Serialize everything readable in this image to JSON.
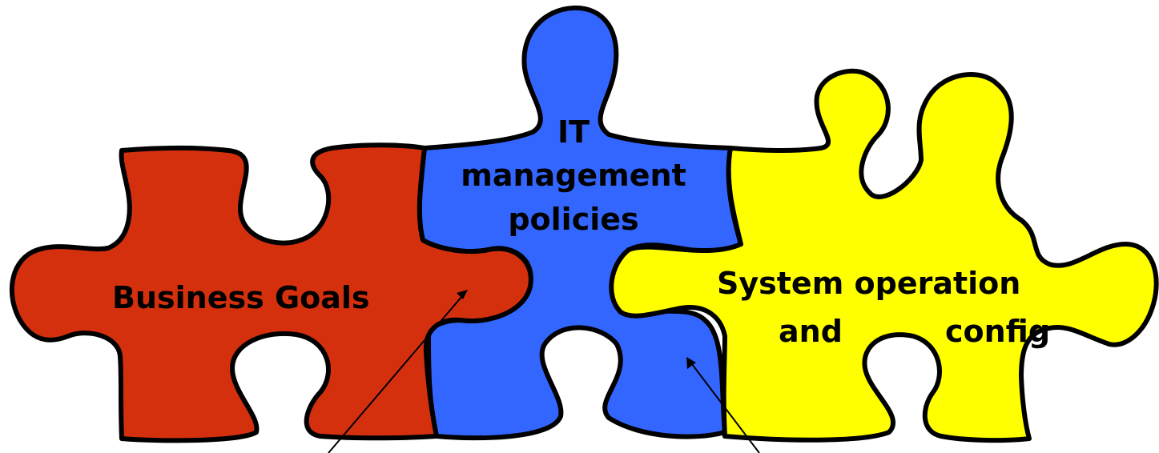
{
  "pieces": {
    "business": {
      "label": "Business Goals",
      "color": "#D4300E"
    },
    "it": {
      "lines": [
        "IT",
        "management",
        "policies"
      ],
      "color": "#3366FF"
    },
    "system": {
      "lines": [
        "System operation",
        "and",
        "config"
      ],
      "color": "#FFFF00"
    }
  },
  "outline_color": "#000000",
  "background": "#FFFFFF"
}
